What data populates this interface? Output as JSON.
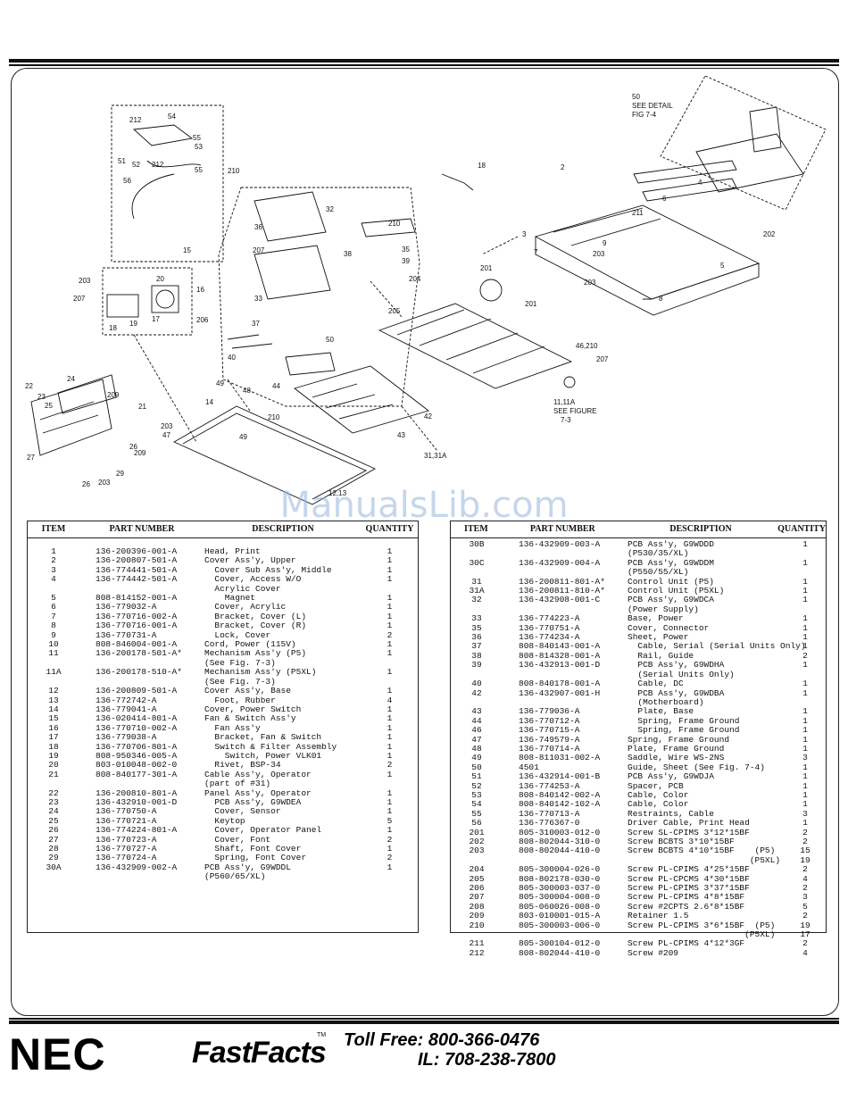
{
  "watermark": "ManualsLib.com",
  "diagram_labels": {
    "see_detail": "SEE DETAIL",
    "fig_7_4": "FIG 7-4",
    "see_figure": "SEE FIGURE",
    "fig_7_3": "7-3",
    "item_11a": "11,11A",
    "item_31": "31,31A",
    "item_12": "12,13",
    "item_46": "46,210"
  },
  "table_headers": {
    "item": "ITEM",
    "part": "PART NUMBER",
    "desc": "DESCRIPTION",
    "qty": "QUANTITY"
  },
  "left_rows": [
    [
      "1",
      "136-200396-001-A",
      "Head, Print",
      "1"
    ],
    [
      "2",
      "136-200807-501-A",
      "Cover Ass'y, Upper",
      "1"
    ],
    [
      "3",
      "136-774441-501-A",
      "  Cover Sub Ass'y, Middle",
      "1"
    ],
    [
      "4",
      "136-774442-501-A",
      "  Cover, Access W/O",
      "1"
    ],
    [
      "",
      "",
      "  Acrylic Cover",
      ""
    ],
    [
      "5",
      "808-814152-001-A",
      "    Magnet",
      "1"
    ],
    [
      "",
      "",
      "",
      ""
    ],
    [
      "6",
      "136-779032-A",
      "  Cover, Acrylic",
      "1"
    ],
    [
      "7",
      "136-770716-002-A",
      "  Bracket, Cover (L)",
      "1"
    ],
    [
      "8",
      "136-770716-001-A",
      "  Bracket, Cover (R)",
      "1"
    ],
    [
      "9",
      "136-770731-A",
      "  Lock, Cover",
      "2"
    ],
    [
      "10",
      "808-846004-001-A",
      "Cord, Power (115V)",
      "1"
    ],
    [
      "",
      "",
      "",
      ""
    ],
    [
      "11",
      "136-200178-501-A*",
      "Mechanism Ass'y (P5)",
      "1"
    ],
    [
      "",
      "",
      "(See Fig. 7-3)",
      ""
    ],
    [
      "11A",
      "136-200178-510-A*",
      "Mechanism Ass'y (P5XL)",
      "1"
    ],
    [
      "",
      "",
      "(See Fig. 7-3)",
      ""
    ],
    [
      "",
      "",
      "",
      ""
    ],
    [
      "12",
      "136-200809-501-A",
      "Cover Ass'y, Base",
      "1"
    ],
    [
      "13",
      "136-772742-A",
      "  Foot, Rubber",
      "4"
    ],
    [
      "14",
      "136-779041-A",
      "Cover, Power Switch",
      "1"
    ],
    [
      "15",
      "136-020414-801-A",
      "Fan & Switch Ass'y",
      "1"
    ],
    [
      "",
      "",
      "",
      ""
    ],
    [
      "16",
      "136-770710-002-A",
      "  Fan Ass'y",
      "1"
    ],
    [
      "17",
      "136-779038-A",
      "  Bracket, Fan & Switch",
      "1"
    ],
    [
      "18",
      "136-770706-801-A",
      "  Switch & Filter Assembly",
      "1"
    ],
    [
      "19",
      "808-950346-005-A",
      "    Switch, Power VLK01",
      "1"
    ],
    [
      "20",
      "803-010048-002-0",
      "  Rivet, BSP-34",
      "2"
    ],
    [
      "",
      "",
      "",
      ""
    ],
    [
      "21",
      "808-840177-301-A",
      "Cable Ass'y, Operator",
      "1"
    ],
    [
      "",
      "",
      "(part of #31)",
      ""
    ],
    [
      "22",
      "136-200810-801-A",
      "Panel Ass'y, Operator",
      "1"
    ],
    [
      "23",
      "136-432910-001-D",
      "  PCB Ass'y, G9WDEA",
      "1"
    ],
    [
      "24",
      "136-770750-A",
      "  Cover, Sensor",
      "1"
    ],
    [
      "25",
      "136-770721-A",
      "  Keytop",
      "5"
    ],
    [
      "",
      "",
      "",
      ""
    ],
    [
      "26",
      "136-774224-801-A",
      "  Cover, Operator Panel",
      "1"
    ],
    [
      "27",
      "136-770723-A",
      "  Cover, Font",
      "2"
    ],
    [
      "28",
      "136-770727-A",
      "  Shaft, Font Cover",
      "1"
    ],
    [
      "29",
      "136-770724-A",
      "  Spring, Font Cover",
      "2"
    ],
    [
      "30A",
      "136-432909-002-A",
      "PCB Ass'y, G9WDDL",
      "1"
    ],
    [
      "",
      "",
      "(P560/65/XL)",
      ""
    ]
  ],
  "right_rows": [
    [
      "30B",
      "136-432909-003-A",
      "PCB Ass'y, G9WDDD",
      "1"
    ],
    [
      "",
      "",
      "(P530/35/XL)",
      ""
    ],
    [
      "30C",
      "136-432909-004-A",
      "PCB Ass'y, G9WDDM",
      "1"
    ],
    [
      "",
      "",
      "(P550/55/XL)",
      ""
    ],
    [
      "31",
      "136-200811-801-A*",
      "Control Unit (P5)",
      "1"
    ],
    [
      "31A",
      "136-200811-810-A*",
      "Control Unit (P5XL)",
      "1"
    ],
    [
      "32",
      "136-432908-001-C",
      "PCB Ass'y, G9WDCA",
      "1"
    ],
    [
      "",
      "",
      "(Power Supply)",
      ""
    ],
    [
      "",
      "",
      "",
      ""
    ],
    [
      "33",
      "136-774223-A",
      "Base, Power",
      "1"
    ],
    [
      "35",
      "136-770751-A",
      "Cover, Connector",
      "1"
    ],
    [
      "36",
      "136-774234-A",
      "Sheet, Power",
      "1"
    ],
    [
      "37",
      "808-840143-001-A",
      "  Cable, Serial (Serial Units Only)",
      "1"
    ],
    [
      "38",
      "808-814328-001-A",
      "  Rail, Guide",
      "2"
    ],
    [
      "",
      "",
      "",
      ""
    ],
    [
      "39",
      "136-432913-001-D",
      "  PCB Ass'y, G9WDHA",
      "1"
    ],
    [
      "",
      "",
      "  (Serial Units Only)",
      ""
    ],
    [
      "40",
      "808-840178-001-A",
      "  Cable, DC",
      "1"
    ],
    [
      "42",
      "136-432907-001-H",
      "  PCB Ass'y, G9WDBA",
      "1"
    ],
    [
      "",
      "",
      "  (Motherboard)",
      ""
    ],
    [
      "43",
      "136-779036-A",
      "  Plate, Base",
      "1"
    ],
    [
      "44",
      "136-770712-A",
      "  Spring, Frame Ground",
      "1"
    ],
    [
      "",
      "",
      "",
      ""
    ],
    [
      "46",
      "136-770715-A",
      "  Spring, Frame Ground",
      "1"
    ],
    [
      "47",
      "136-749579-A",
      "Spring, Frame Ground",
      "1"
    ],
    [
      "48",
      "136-770714-A",
      "Plate, Frame Ground",
      "1"
    ],
    [
      "49",
      "808-811031-002-A",
      "Saddle, Wire WS-2NS",
      "3"
    ],
    [
      "50",
      "4501",
      "Guide, Sheet (See Fig. 7-4)",
      "1"
    ],
    [
      "",
      "",
      "",
      ""
    ],
    [
      "51",
      "136-432914-001-B",
      "PCB Ass'y, G9WDJA",
      "1"
    ],
    [
      "52",
      "136-774253-A",
      "Spacer, PCB",
      "1"
    ],
    [
      "53",
      "808-840142-002-A",
      "Cable, Color",
      "1"
    ],
    [
      "54",
      "808-840142-102-A",
      "Cable, Color",
      "1"
    ],
    [
      "55",
      "136-770713-A",
      "Restraints, Cable",
      "3"
    ],
    [
      "",
      "",
      "",
      ""
    ],
    [
      "56",
      "136-776367-0",
      "Driver Cable, Print Head",
      "1"
    ],
    [
      "201",
      "805-310003-012-0",
      "Screw SL-CPIMS 3*12*15BF",
      "2"
    ],
    [
      "202",
      "808-802044-310-0",
      "Screw BCBTS 3*10*15BF",
      "2"
    ],
    [
      "203",
      "808-802044-410-0",
      "Screw BCBTS 4*10*15BF    (P5)",
      "15"
    ],
    [
      "",
      "",
      "                        (P5XL)",
      "19"
    ],
    [
      "204",
      "805-300004-026-0",
      "Screw PL-CPIMS 4*25*15BF",
      "2"
    ],
    [
      "205",
      "808-802178-030-0",
      "Screw PL-CPCMS 4*30*15BF",
      "4"
    ],
    [
      "",
      "",
      "",
      ""
    ],
    [
      "206",
      "805-300003-037-0",
      "Screw PL-CPIMS 3*37*15BF",
      "2"
    ],
    [
      "207",
      "805-300004-008-0",
      "Screw PL-CPIMS 4*8*15BF",
      "3"
    ],
    [
      "208",
      "805-060026-008-0",
      "Screw #2CPTS 2.6*8*15BF",
      "5"
    ],
    [
      "",
      "",
      "",
      ""
    ],
    [
      "209",
      "803-010001-015-A",
      "Retainer 1.5",
      "2"
    ],
    [
      "210",
      "805-300003-006-0",
      "Screw PL-CPIMS 3*6*15BF  (P5)",
      "19"
    ],
    [
      "",
      "",
      "                       (P5XL)",
      "17"
    ],
    [
      "",
      "",
      "",
      ""
    ],
    [
      "211",
      "805-300104-012-0",
      "Screw PL-CPIMS 4*12*3GF",
      "2"
    ],
    [
      "212",
      "808-802044-410-0",
      "Screw #209",
      "4"
    ]
  ],
  "footer": {
    "brand": "NEC",
    "fastfacts": "FastFacts",
    "tm": "TM",
    "toll_free": "Toll Free: 800-366-0476",
    "il": "IL: 708-238-7800"
  }
}
